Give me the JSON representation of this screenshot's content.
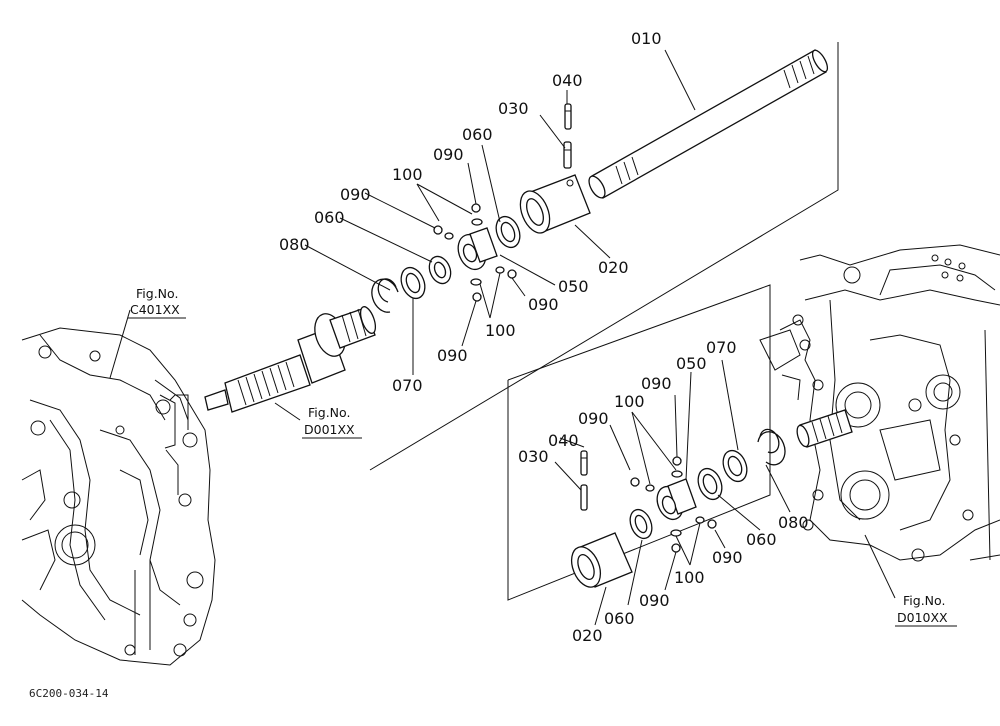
{
  "figure_code": "6C200-034-14",
  "fig_refs": {
    "c401": {
      "title": "Fig.No.",
      "code": "C401XX"
    },
    "d001": {
      "title": "Fig.No.",
      "code": "D001XX"
    },
    "d010": {
      "title": "Fig.No.",
      "code": "D010XX"
    }
  },
  "parts": {
    "p010": "010",
    "p040_top": "040",
    "p030_top": "030",
    "p060_top_a": "060",
    "p090_top_a": "090",
    "p100_top_a": "100",
    "p090_top_b": "090",
    "p060_top_b": "060",
    "p080_top": "080",
    "p020_top": "020",
    "p050_top": "050",
    "p090_top_c": "090",
    "p100_top_b": "100",
    "p090_top_d": "090",
    "p070_top": "070",
    "p040_bot": "040",
    "p030_bot": "030",
    "p100_bot_a": "100",
    "p090_bot_a": "090",
    "p090_bot_b": "090",
    "p050_bot": "050",
    "p070_bot": "070",
    "p080_bot": "080",
    "p060_bot_a": "060",
    "p090_bot_c": "090",
    "p100_bot_b": "100",
    "p090_bot_d": "090",
    "p060_bot_b": "060",
    "p020_bot": "020"
  }
}
